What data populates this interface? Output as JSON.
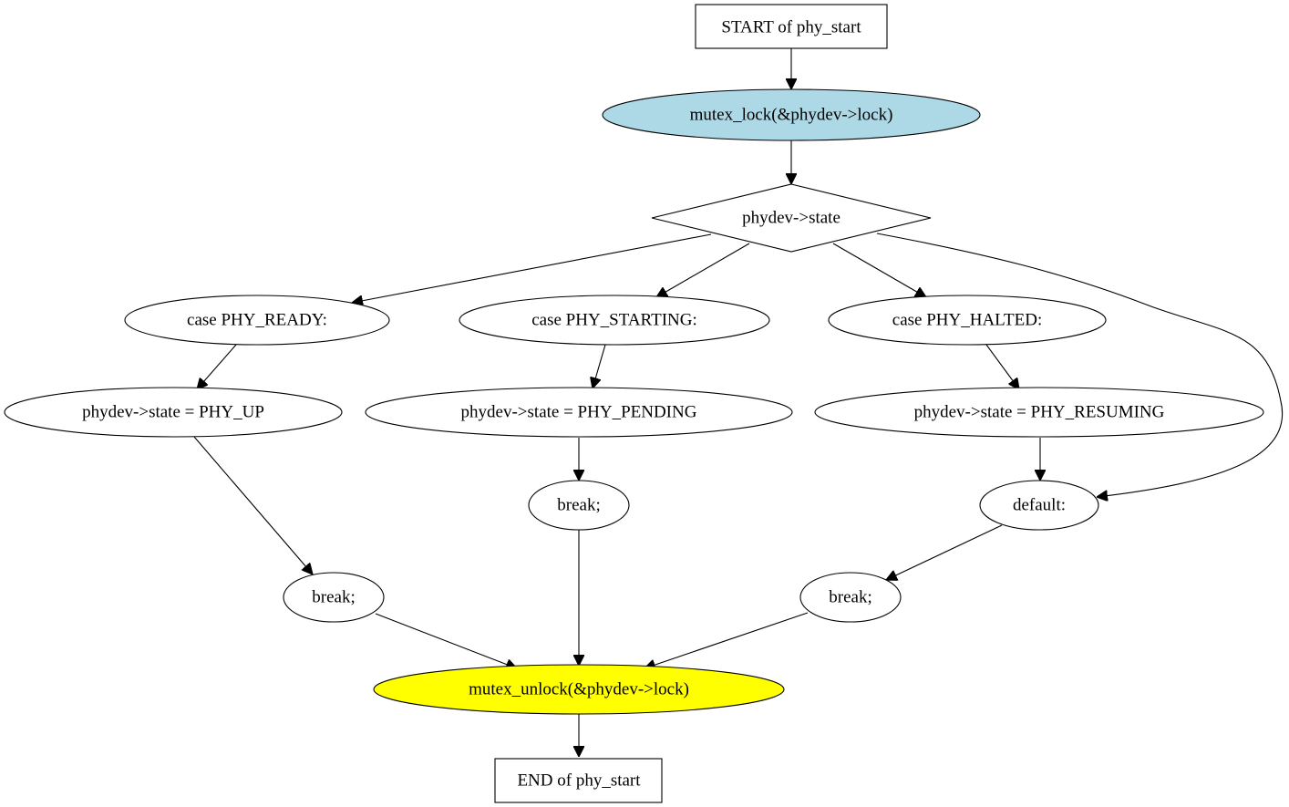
{
  "colors": {
    "background": "#ffffff",
    "stroke": "#000000",
    "lock_fill": "#add8e6",
    "unlock_fill": "#ffff00",
    "default_fill": "#ffffff"
  },
  "nodes": {
    "start": {
      "label": "START of phy_start",
      "shape": "box"
    },
    "lock": {
      "label": "mutex_lock(&phydev->lock)",
      "shape": "ellipse"
    },
    "switch": {
      "label": "phydev->state",
      "shape": "diamond"
    },
    "case_ready": {
      "label": "case PHY_READY:",
      "shape": "ellipse"
    },
    "case_starting": {
      "label": "case PHY_STARTING:",
      "shape": "ellipse"
    },
    "case_halted": {
      "label": "case PHY_HALTED:",
      "shape": "ellipse"
    },
    "assign_up": {
      "label": "phydev->state = PHY_UP",
      "shape": "ellipse"
    },
    "assign_pending": {
      "label": "phydev->state = PHY_PENDING",
      "shape": "ellipse"
    },
    "assign_resuming": {
      "label": "phydev->state = PHY_RESUMING",
      "shape": "ellipse"
    },
    "break_pending": {
      "label": "break;",
      "shape": "ellipse"
    },
    "default": {
      "label": "default:",
      "shape": "ellipse"
    },
    "break_up": {
      "label": "break;",
      "shape": "ellipse"
    },
    "break_default": {
      "label": "break;",
      "shape": "ellipse"
    },
    "unlock": {
      "label": "mutex_unlock(&phydev->lock)",
      "shape": "ellipse"
    },
    "end": {
      "label": "END of phy_start",
      "shape": "box"
    }
  },
  "edges": [
    {
      "from": "start",
      "to": "lock"
    },
    {
      "from": "lock",
      "to": "switch"
    },
    {
      "from": "switch",
      "to": "case_ready"
    },
    {
      "from": "switch",
      "to": "case_starting"
    },
    {
      "from": "switch",
      "to": "case_halted"
    },
    {
      "from": "switch",
      "to": "default"
    },
    {
      "from": "case_ready",
      "to": "assign_up"
    },
    {
      "from": "case_starting",
      "to": "assign_pending"
    },
    {
      "from": "case_halted",
      "to": "assign_resuming"
    },
    {
      "from": "assign_up",
      "to": "break_up"
    },
    {
      "from": "assign_pending",
      "to": "break_pending"
    },
    {
      "from": "assign_resuming",
      "to": "default"
    },
    {
      "from": "default",
      "to": "break_default"
    },
    {
      "from": "break_up",
      "to": "unlock"
    },
    {
      "from": "break_pending",
      "to": "unlock"
    },
    {
      "from": "break_default",
      "to": "unlock"
    },
    {
      "from": "unlock",
      "to": "end"
    }
  ]
}
